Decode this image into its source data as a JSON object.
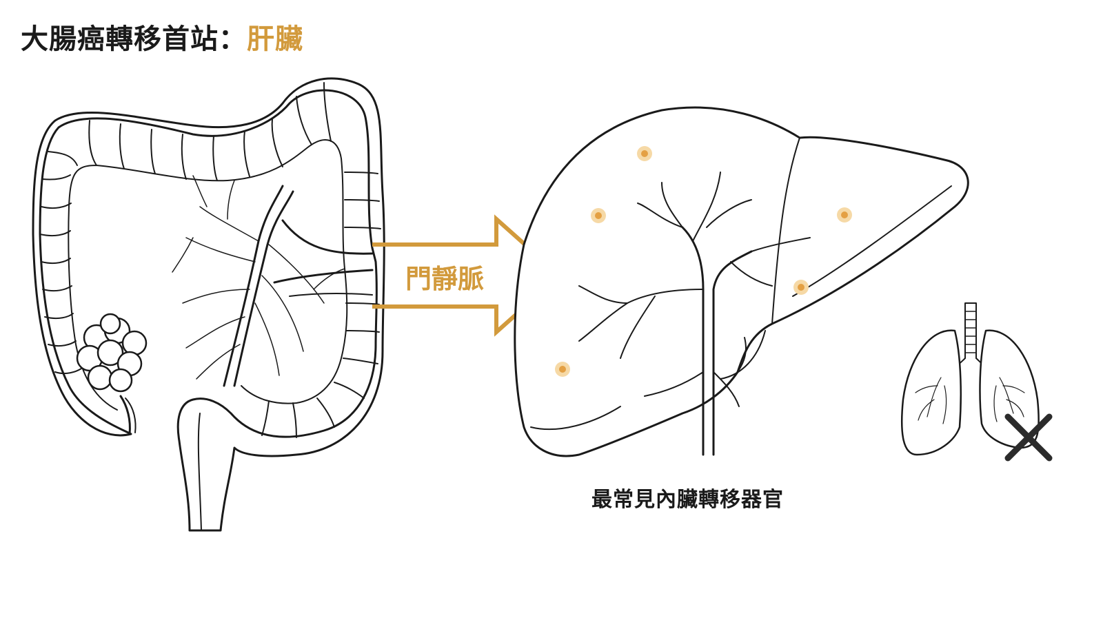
{
  "title": {
    "main": "大腸癌轉移首站：",
    "highlight": "肝臟"
  },
  "arrow": {
    "label": "門靜脈"
  },
  "caption": "最常見內臟轉移器官",
  "colors": {
    "accent": "#d29a3c",
    "line": "#1a1a1a",
    "metastasis_glow": "#f6d9a6",
    "metastasis_core": "#e4a043",
    "cross": "#2b2b2b"
  },
  "icons": {
    "colon": "colon-illustration",
    "tumor": "tumor-icon",
    "liver": "liver-illustration",
    "lungs": "lungs-icon",
    "cross": "cross-icon"
  }
}
